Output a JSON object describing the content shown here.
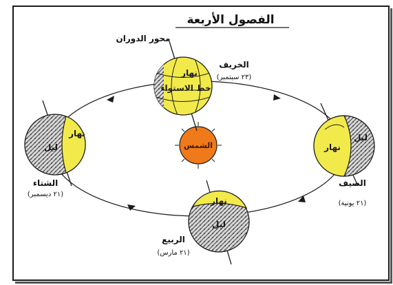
{
  "title": "الفصول الأربعة",
  "axis_label": "محور الدوران",
  "sun_label": "الشمس",
  "seasons": {
    "autumn": {
      "name": "الخريف",
      "date": "(٢٣ سبتمبر)",
      "day_label": "نهار",
      "equator_label": "خط الاستواء"
    },
    "summer": {
      "name": "الصيف",
      "date": "(٢١ يونية)",
      "day_label": "نهار",
      "night_label": "ليل"
    },
    "winter": {
      "name": "الشتاء",
      "date": "(٢١ ديسمبر)",
      "day_label": "نهار",
      "night_label": "ليل"
    },
    "spring": {
      "name": "الربيع",
      "date": "(٢١ مارس)",
      "day_label": "نهار",
      "night_label": "ليل"
    }
  },
  "colors": {
    "day": "#f2ea4a",
    "night_hatch": "#9a9a9a",
    "sun": "#f07a1a",
    "stroke": "#1a1a1a"
  }
}
